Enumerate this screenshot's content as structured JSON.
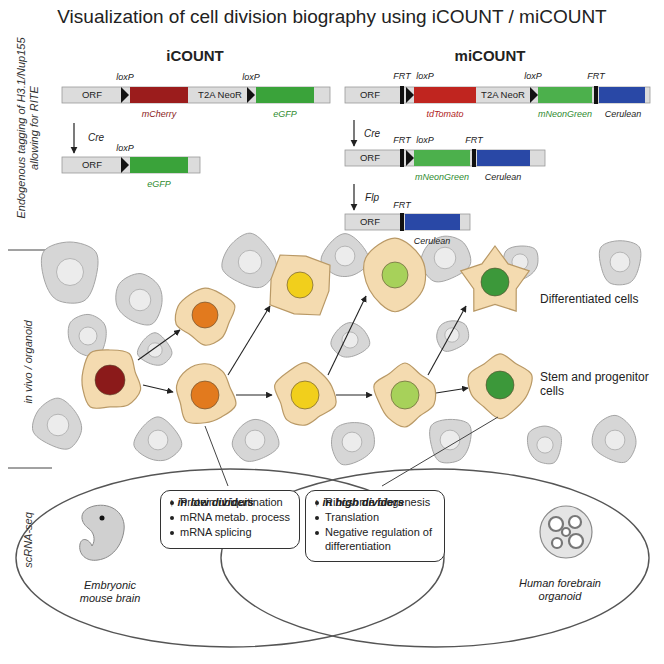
{
  "diagram": {
    "title": "Visualization of cell division biography using iCOUNT / miCOUNT",
    "nodes": [
      {
        "text": [
          "Embryonic mouse brain"
        ]
      },
      {
        "text": [
          "Human forebrain organoid"
        ]
      },
      {
        "text": [
          "↑ in low dividers",
          "Protein ubiquitination",
          "mRNA metab. process",
          "mRNA splicing"
        ],
        "in": 0
      },
      {
        "text": [
          "↑ in high dividers",
          "Ribosome biogenesis",
          "Translation",
          "Negative regulation of differentiation"
        ],
        "in": 1
      }
    ],
    "edges": [],
    "labels": [
      "Endogenous tagging of H3.1/Nup155 allowing for RITE",
      "in vivo / organoid",
      "scRNA-seq",
      "iCOUNT",
      "loxP",
      "loxP",
      "ORF",
      "mCherry",
      "T2A NeoR",
      "eGFP",
      "Cre",
      "loxP",
      "ORF",
      "eGFP",
      "miCOUNT",
      "FRT",
      "loxP",
      "loxP",
      "FRT",
      "ORF",
      "tdTomato",
      "T2A NeoR",
      "mNeonGreen",
      "Cerulean",
      "Cre",
      "FRT",
      "loxP",
      "FRT",
      "ORF",
      "mNeonGreen",
      "Cerulean",
      "Flp",
      "FRT",
      "ORF",
      "Cerulean",
      "Differentiated cells",
      "Stem and progenitor cells"
    ]
  }
}
